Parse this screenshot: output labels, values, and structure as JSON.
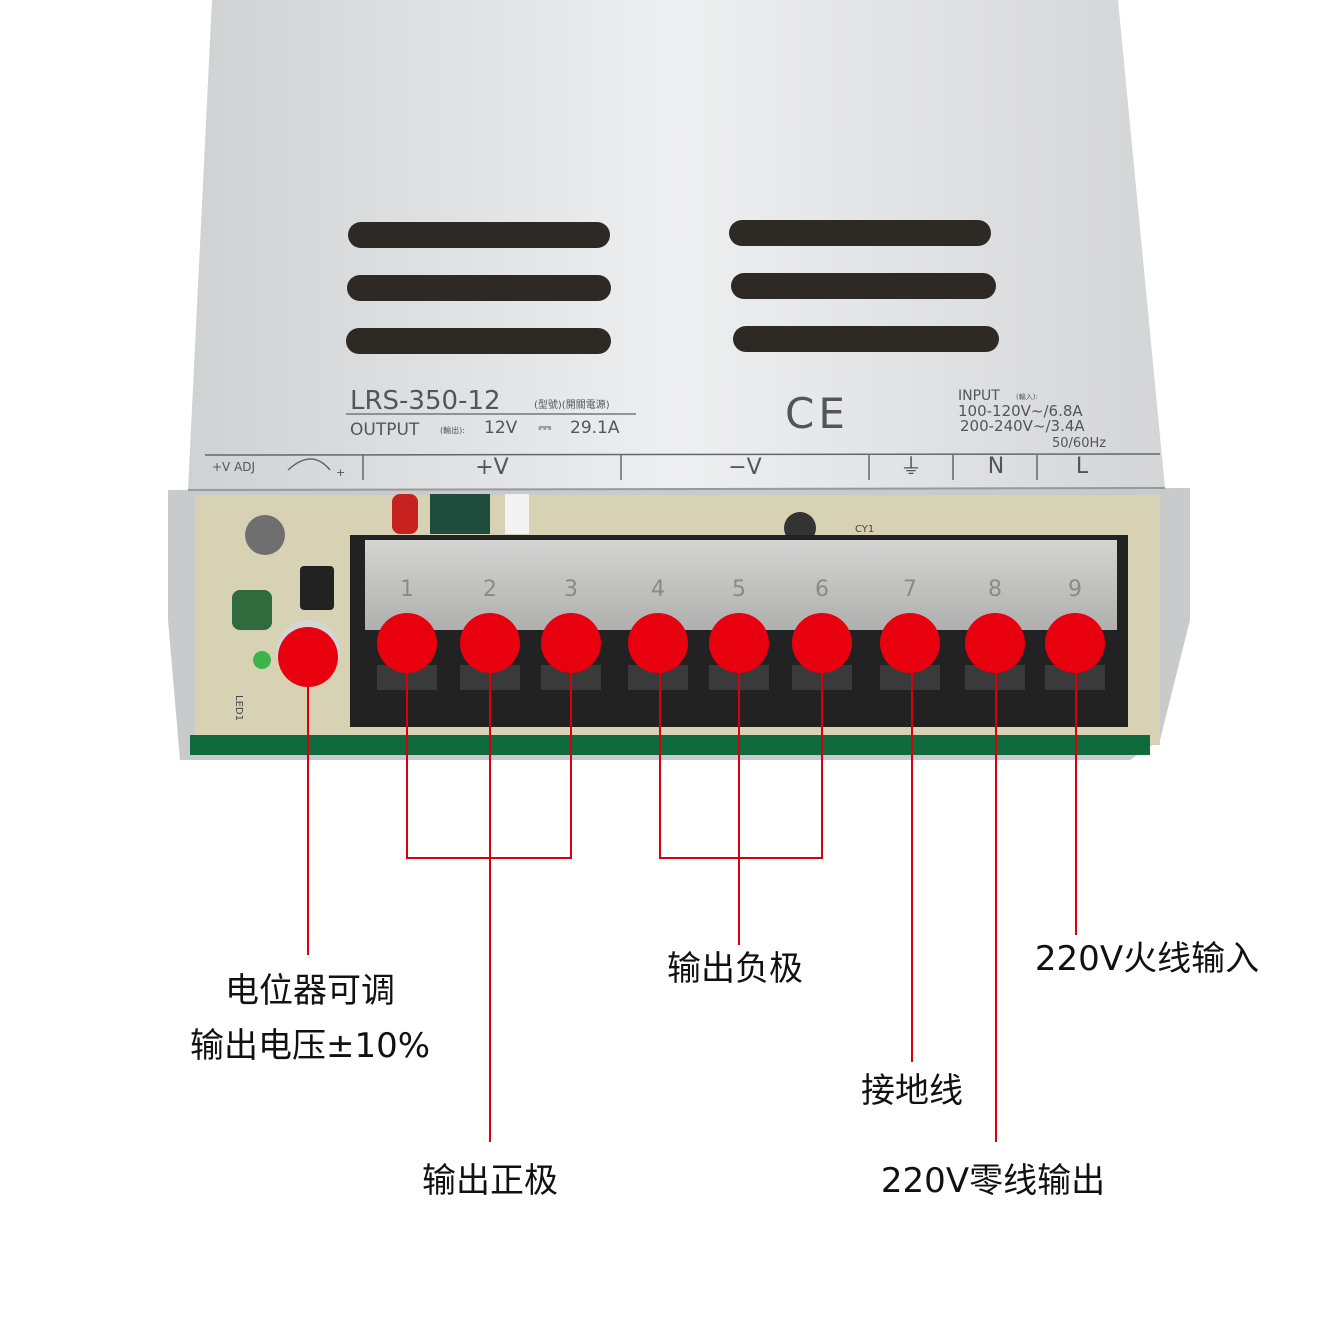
{
  "product_label": {
    "model": "LRS-350-12",
    "model_note": "(型號)(開關電源)",
    "output_label": "OUTPUT",
    "output_note": "(輸出):",
    "output_voltage": "12V",
    "dc_symbol": "⎓",
    "output_current": "29.1A",
    "ce_mark": "CE",
    "input_label": "INPUT",
    "input_note": "(輸入):",
    "input_line1": "100-120V~/6.8A",
    "input_line2": "200-240V~/3.4A",
    "input_freq": "50/60Hz"
  },
  "terminal_strip": {
    "adj": "+V ADJ",
    "adj_plus": "+",
    "plus_v": "+V",
    "minus_v": "−V",
    "ground": "⏚",
    "neutral": "N",
    "live": "L",
    "numbers": [
      "1",
      "2",
      "3",
      "4",
      "5",
      "6",
      "7",
      "8",
      "9"
    ]
  },
  "pcb_marks": {
    "cy1": "CY1",
    "led": "LED1"
  },
  "annotations": {
    "pot_line1": "电位器可调",
    "pot_line2": "输出电压±10%",
    "positive": "输出正极",
    "negative": "输出负极",
    "ground": "接地线",
    "live_in": "220V火线输入",
    "neutral_out": "220V零线输出"
  },
  "colors": {
    "marker": "#e8000f",
    "line": "#d8000d"
  }
}
